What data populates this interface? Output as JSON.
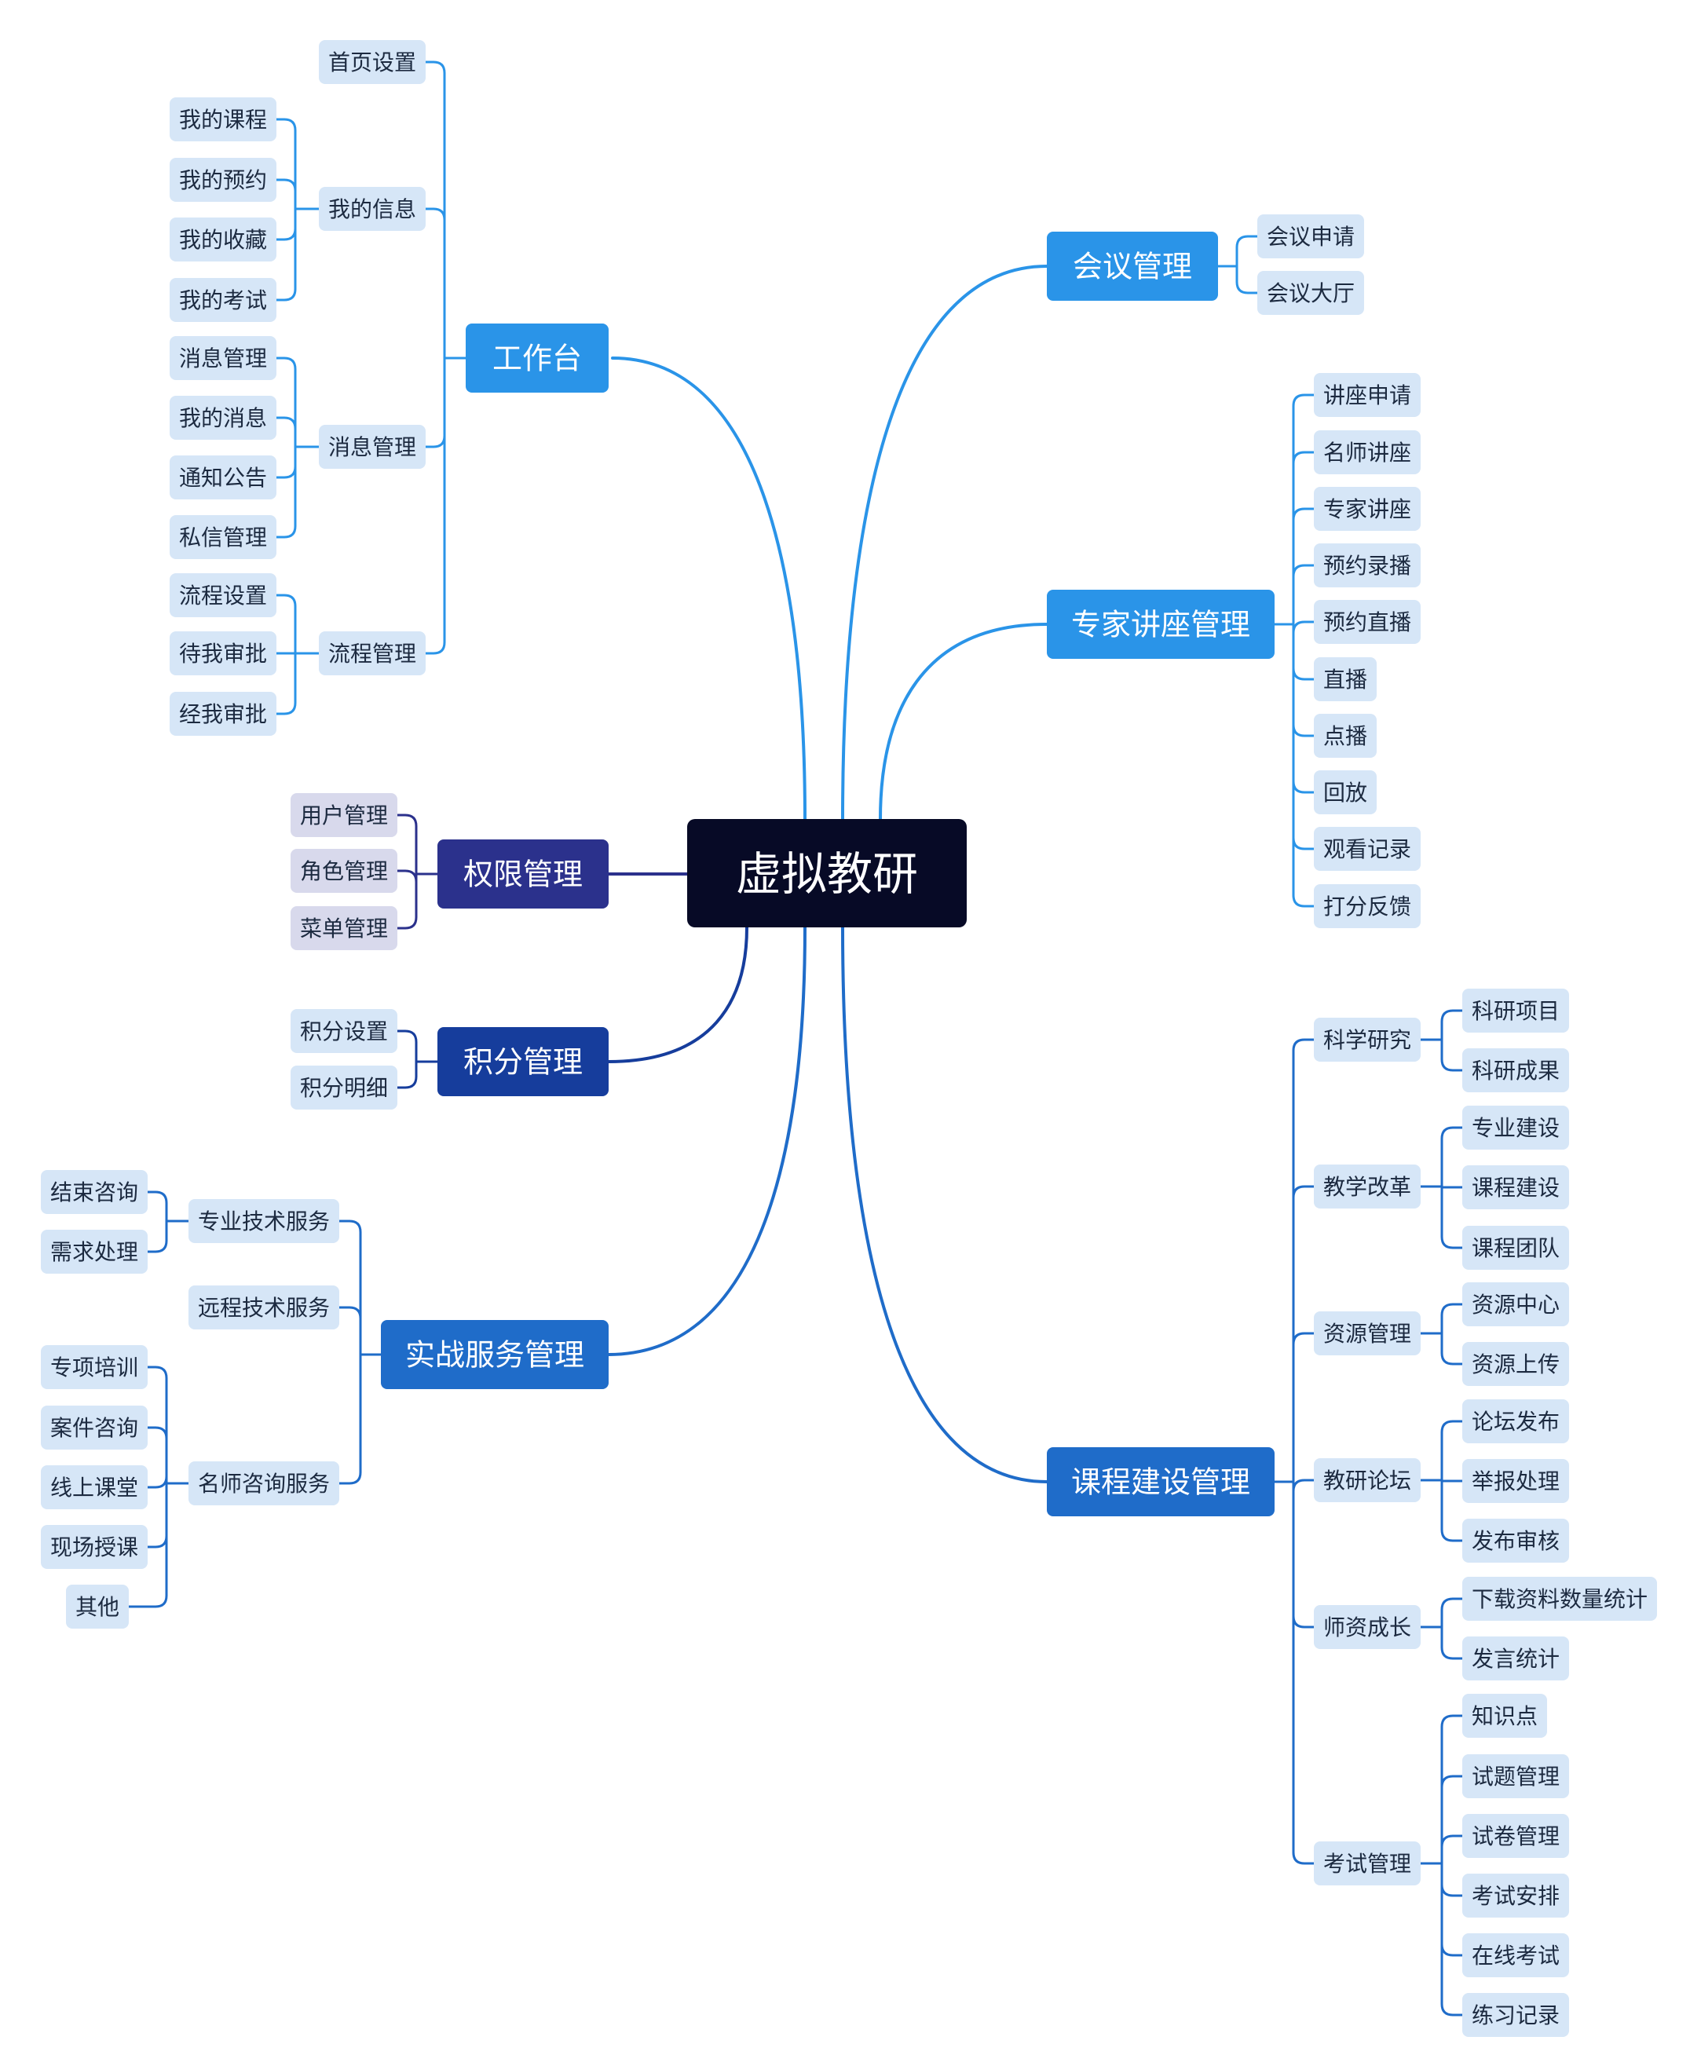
{
  "colors": {
    "root_bg": "#070a26",
    "root_text": "#ffffff",
    "branch_blue": "#2a94e8",
    "branch_navy": "#2b318c",
    "branch_dark": "#163d9c",
    "branch_mid": "#1f6cc9",
    "leaf_bg": "#d6e6f7",
    "leaf_bg_purple": "#d8d9ec",
    "leaf_text": "#1c2a40",
    "line": "#2a88e0"
  },
  "root": {
    "label": "虚拟教研"
  },
  "branches": [
    {
      "id": "workbench",
      "label": "工作台",
      "color": "branch_blue",
      "children": [
        {
          "label": "首页设置",
          "children": []
        },
        {
          "label": "我的信息",
          "children": [
            "我的课程",
            "我的预约",
            "我的收藏",
            "我的考试"
          ]
        },
        {
          "label": "消息管理",
          "children": [
            "消息管理",
            "我的消息",
            "通知公告",
            "私信管理"
          ]
        },
        {
          "label": "流程管理",
          "children": [
            "流程设置",
            "待我审批",
            "经我审批"
          ]
        }
      ]
    },
    {
      "id": "permission",
      "label": "权限管理",
      "color": "branch_navy",
      "children": [
        {
          "label": "用户管理",
          "children": []
        },
        {
          "label": "角色管理",
          "children": []
        },
        {
          "label": "菜单管理",
          "children": []
        }
      ]
    },
    {
      "id": "points",
      "label": "积分管理",
      "color": "branch_dark",
      "children": [
        {
          "label": "积分设置",
          "children": []
        },
        {
          "label": "积分明细",
          "children": []
        }
      ]
    },
    {
      "id": "service",
      "label": "实战服务管理",
      "color": "branch_mid",
      "children": [
        {
          "label": "专业技术服务",
          "children": [
            "结束咨询",
            "需求处理"
          ]
        },
        {
          "label": "远程技术服务",
          "children": []
        },
        {
          "label": "名师咨询服务",
          "children": [
            "专项培训",
            "案件咨询",
            "线上课堂",
            "现场授课",
            "其他"
          ]
        }
      ]
    },
    {
      "id": "meeting",
      "label": "会议管理",
      "color": "branch_blue",
      "children": [
        {
          "label": "会议申请",
          "children": []
        },
        {
          "label": "会议大厅",
          "children": []
        }
      ]
    },
    {
      "id": "lecture",
      "label": "专家讲座管理",
      "color": "branch_blue",
      "children": [
        {
          "label": "讲座申请",
          "children": []
        },
        {
          "label": "名师讲座",
          "children": []
        },
        {
          "label": "专家讲座",
          "children": []
        },
        {
          "label": "预约录播",
          "children": []
        },
        {
          "label": "预约直播",
          "children": []
        },
        {
          "label": "直播",
          "children": []
        },
        {
          "label": "点播",
          "children": []
        },
        {
          "label": "回放",
          "children": []
        },
        {
          "label": "观看记录",
          "children": []
        },
        {
          "label": "打分反馈",
          "children": []
        }
      ]
    },
    {
      "id": "course",
      "label": "课程建设管理",
      "color": "branch_mid",
      "children": [
        {
          "label": "科学研究",
          "children": [
            "科研项目",
            "科研成果"
          ]
        },
        {
          "label": "教学改革",
          "children": [
            "专业建设",
            "课程建设",
            "课程团队"
          ]
        },
        {
          "label": "资源管理",
          "children": [
            "资源中心",
            "资源上传"
          ]
        },
        {
          "label": "教研论坛",
          "children": [
            "论坛发布",
            "举报处理",
            "发布审核"
          ]
        },
        {
          "label": "师资成长",
          "children": [
            "下载资料数量统计",
            "发言统计"
          ]
        },
        {
          "label": "考试管理",
          "children": [
            "知识点",
            "试题管理",
            "试卷管理",
            "考试安排",
            "在线考试",
            "练习记录"
          ]
        }
      ]
    }
  ]
}
